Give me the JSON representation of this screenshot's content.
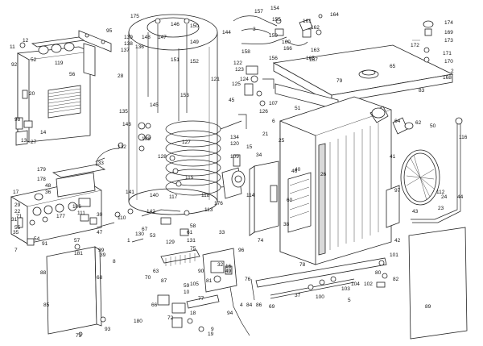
{
  "labels": [
    {
      "id": "l1",
      "t": "1"
    },
    {
      "id": "l2",
      "t": "2"
    },
    {
      "id": "l3",
      "t": "3"
    },
    {
      "id": "l4",
      "t": "4"
    },
    {
      "id": "l5",
      "t": "5"
    },
    {
      "id": "l6",
      "t": "6"
    },
    {
      "id": "l7",
      "t": "7"
    },
    {
      "id": "l8",
      "t": "8"
    },
    {
      "id": "l9",
      "t": "9"
    },
    {
      "id": "l10",
      "t": "10"
    },
    {
      "id": "l11",
      "t": "11"
    },
    {
      "id": "l12",
      "t": "12"
    },
    {
      "id": "l13",
      "t": "13"
    },
    {
      "id": "l14",
      "t": "14"
    },
    {
      "id": "l15",
      "t": "15"
    },
    {
      "id": "l16",
      "t": "16"
    },
    {
      "id": "l17",
      "t": "17"
    },
    {
      "id": "l18",
      "t": "18"
    },
    {
      "id": "l19",
      "t": "19"
    },
    {
      "id": "l20",
      "t": "20"
    },
    {
      "id": "l21",
      "t": "21"
    },
    {
      "id": "l22",
      "t": "22"
    },
    {
      "id": "l23",
      "t": "23"
    },
    {
      "id": "l24",
      "t": "24"
    },
    {
      "id": "l25",
      "t": "25"
    },
    {
      "id": "l26",
      "t": "26"
    },
    {
      "id": "l27",
      "t": "27"
    },
    {
      "id": "l28",
      "t": "28"
    },
    {
      "id": "l29",
      "t": "29"
    },
    {
      "id": "l30",
      "t": "30"
    },
    {
      "id": "l31",
      "t": "31"
    },
    {
      "id": "l32",
      "t": "32"
    },
    {
      "id": "l33",
      "t": "33"
    },
    {
      "id": "l34",
      "t": "34"
    },
    {
      "id": "l35",
      "t": "35"
    },
    {
      "id": "l36",
      "t": "36"
    },
    {
      "id": "l37",
      "t": "37"
    },
    {
      "id": "l38",
      "t": "38"
    },
    {
      "id": "l39",
      "t": "39"
    },
    {
      "id": "l40",
      "t": "40"
    },
    {
      "id": "l41",
      "t": "41"
    },
    {
      "id": "l42",
      "t": "42"
    },
    {
      "id": "l43",
      "t": "43"
    },
    {
      "id": "l44",
      "t": "44"
    },
    {
      "id": "l45",
      "t": "45"
    },
    {
      "id": "l46",
      "t": "46"
    },
    {
      "id": "l47",
      "t": "47"
    },
    {
      "id": "l48",
      "t": "48"
    },
    {
      "id": "l49",
      "t": "49"
    },
    {
      "id": "l50",
      "t": "50"
    },
    {
      "id": "l51",
      "t": "51"
    },
    {
      "id": "l52",
      "t": "52"
    },
    {
      "id": "l53",
      "t": "53"
    },
    {
      "id": "l54",
      "t": "54"
    },
    {
      "id": "l55",
      "t": "55"
    },
    {
      "id": "l56",
      "t": "56"
    },
    {
      "id": "l57",
      "t": "57"
    },
    {
      "id": "l58",
      "t": "58"
    },
    {
      "id": "l59",
      "t": "59"
    },
    {
      "id": "l60",
      "t": "60"
    },
    {
      "id": "l61",
      "t": "61"
    },
    {
      "id": "l62",
      "t": "62"
    },
    {
      "id": "l63",
      "t": "63"
    },
    {
      "id": "l64",
      "t": "64"
    },
    {
      "id": "l65",
      "t": "65"
    },
    {
      "id": "l66",
      "t": "66"
    },
    {
      "id": "l67",
      "t": "67"
    },
    {
      "id": "l68",
      "t": "68"
    },
    {
      "id": "l69",
      "t": "69"
    },
    {
      "id": "l70",
      "t": "70"
    },
    {
      "id": "l71",
      "t": "71"
    },
    {
      "id": "l72",
      "t": "72"
    },
    {
      "id": "l73",
      "t": "73"
    },
    {
      "id": "l74",
      "t": "74"
    },
    {
      "id": "l75",
      "t": "75"
    },
    {
      "id": "l76",
      "t": "76"
    },
    {
      "id": "l77",
      "t": "77"
    },
    {
      "id": "l78",
      "t": "78"
    },
    {
      "id": "l79",
      "t": "79"
    },
    {
      "id": "l80",
      "t": "80"
    },
    {
      "id": "l81",
      "t": "81"
    },
    {
      "id": "l82",
      "t": "82"
    },
    {
      "id": "l83",
      "t": "83"
    },
    {
      "id": "l84",
      "t": "84"
    },
    {
      "id": "l85",
      "t": "85"
    },
    {
      "id": "l86",
      "t": "86"
    },
    {
      "id": "l87",
      "t": "87"
    },
    {
      "id": "l88",
      "t": "88"
    },
    {
      "id": "l89",
      "t": "89"
    },
    {
      "id": "l90",
      "t": "90"
    },
    {
      "id": "l91",
      "t": "91"
    },
    {
      "id": "l92",
      "t": "92"
    },
    {
      "id": "l93",
      "t": "93"
    },
    {
      "id": "l94",
      "t": "94"
    },
    {
      "id": "l95",
      "t": "95"
    },
    {
      "id": "l96",
      "t": "96"
    },
    {
      "id": "l97",
      "t": "97"
    },
    {
      "id": "l98",
      "t": "98"
    },
    {
      "id": "l99",
      "t": "99"
    },
    {
      "id": "l100",
      "t": "100"
    },
    {
      "id": "l101",
      "t": "101"
    },
    {
      "id": "l102",
      "t": "102"
    },
    {
      "id": "l103",
      "t": "103"
    },
    {
      "id": "l104",
      "t": "104"
    },
    {
      "id": "l105",
      "t": "105"
    },
    {
      "id": "l106",
      "t": "106"
    },
    {
      "id": "l107",
      "t": "107"
    },
    {
      "id": "l108",
      "t": "108"
    },
    {
      "id": "l109",
      "t": "109"
    },
    {
      "id": "l110",
      "t": "110"
    },
    {
      "id": "l111",
      "t": "111"
    },
    {
      "id": "l112",
      "t": "112"
    },
    {
      "id": "l113",
      "t": "113"
    },
    {
      "id": "l114",
      "t": "114"
    },
    {
      "id": "l115",
      "t": "115"
    },
    {
      "id": "l116",
      "t": "116"
    },
    {
      "id": "l117",
      "t": "117"
    },
    {
      "id": "l118",
      "t": "118"
    },
    {
      "id": "l119",
      "t": "119"
    },
    {
      "id": "l120",
      "t": "120"
    },
    {
      "id": "l121",
      "t": "121"
    },
    {
      "id": "l122",
      "t": "122"
    },
    {
      "id": "l123",
      "t": "123"
    },
    {
      "id": "l124",
      "t": "124"
    },
    {
      "id": "l125",
      "t": "125"
    },
    {
      "id": "l126",
      "t": "126"
    },
    {
      "id": "l127",
      "t": "127"
    },
    {
      "id": "l128",
      "t": "128"
    },
    {
      "id": "l129",
      "t": "129"
    },
    {
      "id": "l130",
      "t": "130"
    },
    {
      "id": "l131",
      "t": "131"
    },
    {
      "id": "l132",
      "t": "132"
    },
    {
      "id": "l133",
      "t": "133"
    },
    {
      "id": "l134",
      "t": "134"
    },
    {
      "id": "l135",
      "t": "135"
    },
    {
      "id": "l136",
      "t": "136"
    },
    {
      "id": "l137",
      "t": "137"
    },
    {
      "id": "l138",
      "t": "138"
    },
    {
      "id": "l139",
      "t": "139"
    },
    {
      "id": "l140",
      "t": "140"
    },
    {
      "id": "l141",
      "t": "141"
    },
    {
      "id": "l142",
      "t": "142"
    },
    {
      "id": "l143",
      "t": "143"
    },
    {
      "id": "l144",
      "t": "144"
    },
    {
      "id": "l145",
      "t": "145"
    },
    {
      "id": "l146",
      "t": "146"
    },
    {
      "id": "l147",
      "t": "147"
    },
    {
      "id": "l148",
      "t": "148"
    },
    {
      "id": "l149",
      "t": "149"
    },
    {
      "id": "l150",
      "t": "150"
    },
    {
      "id": "l151",
      "t": "151"
    },
    {
      "id": "l152",
      "t": "152"
    },
    {
      "id": "l153",
      "t": "153"
    },
    {
      "id": "l154",
      "t": "154"
    },
    {
      "id": "l155",
      "t": "155"
    },
    {
      "id": "l156",
      "t": "156"
    },
    {
      "id": "l157",
      "t": "157"
    },
    {
      "id": "l158",
      "t": "158"
    },
    {
      "id": "l159",
      "t": "159"
    },
    {
      "id": "l160",
      "t": "160"
    },
    {
      "id": "l161",
      "t": "161"
    },
    {
      "id": "l162",
      "t": "162"
    },
    {
      "id": "l163",
      "t": "163"
    },
    {
      "id": "l164",
      "t": "164"
    },
    {
      "id": "l165",
      "t": "165"
    },
    {
      "id": "l166",
      "t": "166"
    },
    {
      "id": "l167",
      "t": "167"
    },
    {
      "id": "l168",
      "t": "168"
    },
    {
      "id": "l169",
      "t": "169"
    },
    {
      "id": "l170",
      "t": "170"
    },
    {
      "id": "l171",
      "t": "171"
    },
    {
      "id": "l172",
      "t": "172"
    },
    {
      "id": "l173",
      "t": "173"
    },
    {
      "id": "l174",
      "t": "174"
    },
    {
      "id": "l175",
      "t": "175"
    },
    {
      "id": "l176",
      "t": "176"
    },
    {
      "id": "l177",
      "t": "177"
    },
    {
      "id": "l178",
      "t": "178"
    },
    {
      "id": "l179",
      "t": "179"
    },
    {
      "id": "l180",
      "t": "180"
    },
    {
      "id": "l181",
      "t": "181"
    }
  ]
}
